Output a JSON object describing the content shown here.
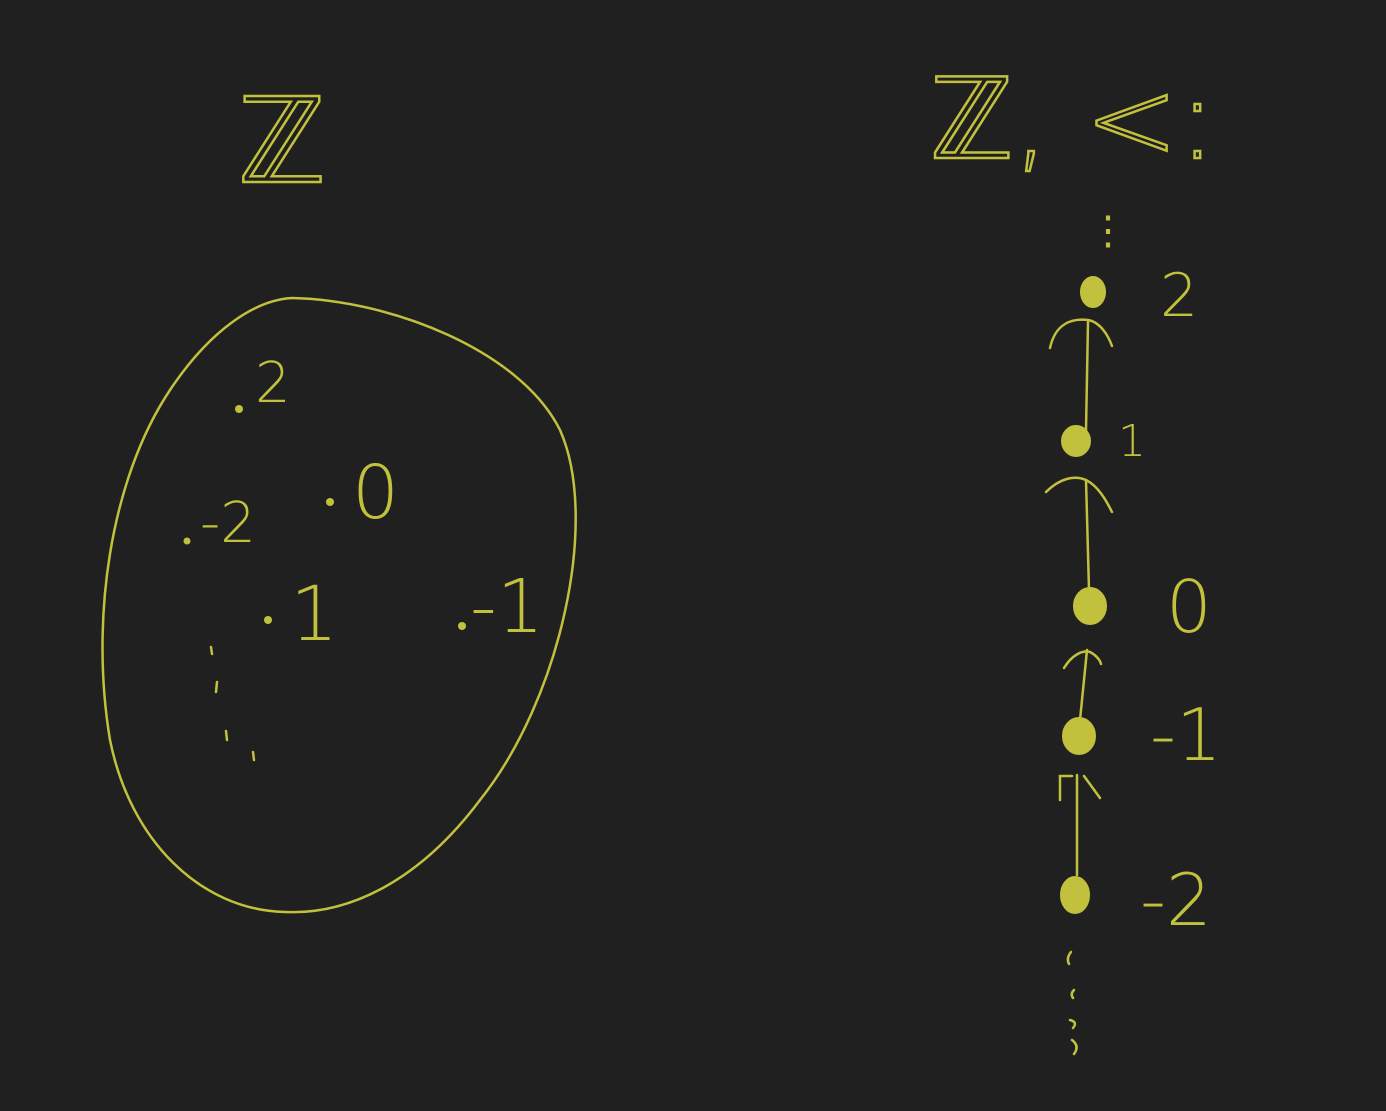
{
  "ink_color": "#c2c13e",
  "background_color": "#212020",
  "left_panel": {
    "title": "ℤ",
    "elements": [
      "2",
      "0",
      "-2",
      "1",
      "-1"
    ],
    "ellipsis": "⋮"
  },
  "right_panel": {
    "title": "ℤ, <:",
    "top_ellipsis": "⋮",
    "bottom_ellipsis": "⋮",
    "chain": [
      "2",
      "1",
      "0",
      "-1",
      "-2"
    ]
  }
}
